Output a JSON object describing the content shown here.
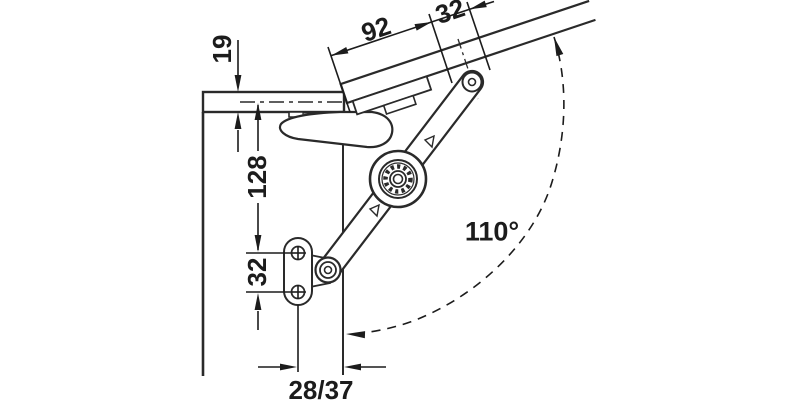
{
  "diagram": {
    "background": "#ffffff",
    "line_color": "#2a2a2a",
    "dimension_color": "#1c1c1c",
    "dim_labels": {
      "panel_thickness": "19",
      "flap_edge_distance": "92",
      "flap_hole_spacing": "32",
      "panel_to_plate": "128",
      "plate_hole_spacing": "32",
      "front_setback": "28/37",
      "opening_angle": "110°"
    }
  }
}
